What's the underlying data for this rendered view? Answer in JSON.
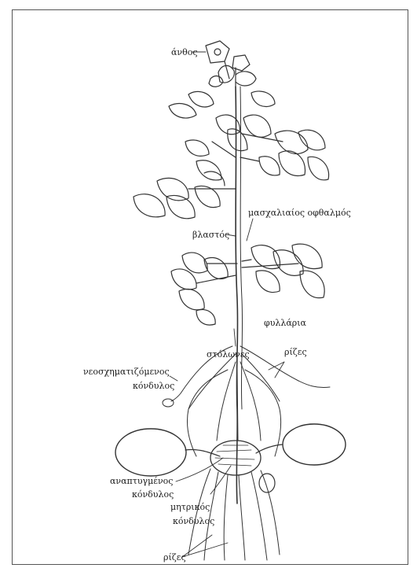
{
  "labels": {
    "flower": "άνθος",
    "axillary_bud": "μασχαλιαίος οφθαλμός",
    "stem": "βλαστός",
    "leaflets": "φυλλάρια",
    "stolons": "στόλωνες",
    "roots_upper": "ρίζες",
    "forming_tuber_1": "νεοσχηματιζόμενος",
    "forming_tuber_2": "κόνδυλος",
    "developed_tuber_1": "αναπτυγμένος",
    "developed_tuber_2": "κόνδυλος",
    "mother_tuber_1": "μητρικός",
    "mother_tuber_2": "κόνδυλος",
    "roots_lower": "ρίζες"
  },
  "colors": {
    "ink": "#333333",
    "frame": "#555555"
  }
}
